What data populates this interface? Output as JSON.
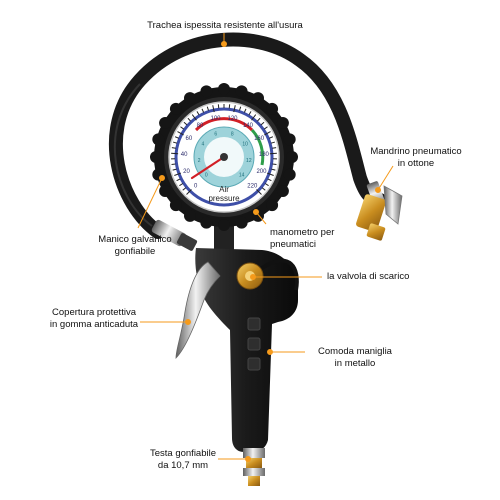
{
  "labels": {
    "hose": "Trachea ispessita resistente all'usura",
    "chuck_l1": "Mandrino pneumatico",
    "chuck_l2": "in ottone",
    "gauge_l1": "manometro per",
    "gauge_l2": "pneumatici",
    "handle_l1": "Manico galvanico",
    "handle_l2": "gonfiabile",
    "valve": "la valvola di scarico",
    "guard_l1": "Copertura protettiva",
    "guard_l2": "in gomma anticaduta",
    "grip_l1": "Comoda maniglia",
    "grip_l2": "in metallo",
    "head_l1": "Testa gonfiabile",
    "head_l2": "da 10,7 mm"
  },
  "gauge": {
    "title_l1": "Air",
    "title_l2": "pressure",
    "outer_ticks": [
      "0",
      "20",
      "40",
      "60",
      "80",
      "100",
      "120",
      "140",
      "160",
      "180",
      "200",
      "220"
    ],
    "inner_ticks": [
      "0",
      "2",
      "4",
      "6",
      "8",
      "10",
      "12",
      "14"
    ]
  },
  "colors": {
    "accent": "#f59a1b",
    "body": "#1c1c1c",
    "brass": "#d9a53a",
    "gauge_face": "#ffffff",
    "gauge_inner": "#6fc3cf",
    "gauge_ring_blue": "#3e4fa8",
    "needle": "#d21f26"
  }
}
